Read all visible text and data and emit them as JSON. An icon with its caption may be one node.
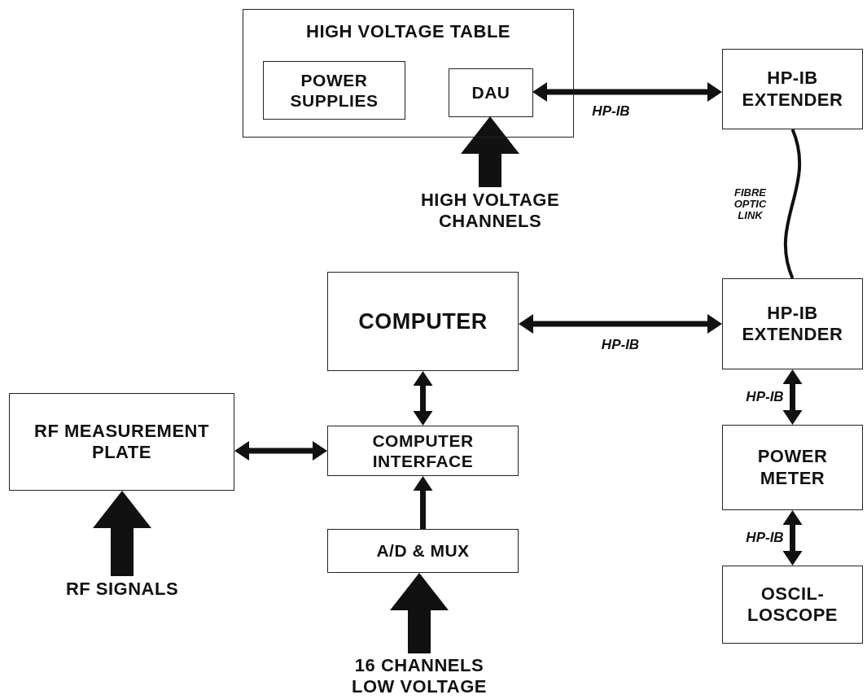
{
  "diagram": {
    "nodes": [
      {
        "text": [
          "HIGH VOLTAGE TABLE"
        ]
      },
      {
        "text": [
          "POWER SUPPLIES"
        ],
        "in": 0
      },
      {
        "text": [
          "DAU"
        ],
        "in": 0
      },
      {
        "text": [
          "HIGH VOLTAGE CHANNELS"
        ]
      },
      {
        "text": [
          "HP-IB EXTENDER"
        ]
      },
      {
        "text": [
          "HP-IB EXTENDER"
        ]
      },
      {
        "text": [
          "COMPUTER"
        ]
      },
      {
        "text": [
          "RF MEASUREMENT PLATE"
        ]
      },
      {
        "text": [
          "RF SIGNALS"
        ]
      },
      {
        "text": [
          "COMPUTER INTERFACE"
        ]
      },
      {
        "text": [
          "A/D & MUX"
        ]
      },
      {
        "text": [
          "16 CHANNELS LOW VOLTAGE"
        ]
      },
      {
        "text": [
          "POWER METER"
        ]
      },
      {
        "text": [
          "OSCIL- LOSCOPE"
        ]
      }
    ],
    "edges": [
      {
        "from": 2,
        "to": 4,
        "arrow": "both",
        "label": "HP-IB"
      },
      {
        "from": 4,
        "to": 5,
        "arrow": "none",
        "label": "FIBRE OPTIC LINK"
      },
      {
        "from": 6,
        "to": 5,
        "arrow": "both",
        "label": "HP-IB"
      },
      {
        "from": 6,
        "to": 9,
        "arrow": "both"
      },
      {
        "from": 7,
        "to": 9,
        "arrow": "both"
      },
      {
        "from": 10,
        "to": 9,
        "arrow": "to"
      },
      {
        "from": 3,
        "to": 2,
        "arrow": "to",
        "style": "thick"
      },
      {
        "from": 8,
        "to": 7,
        "arrow": "to",
        "style": "thick"
      },
      {
        "from": 11,
        "to": 10,
        "arrow": "to",
        "style": "thick"
      },
      {
        "from": 5,
        "to": 12,
        "arrow": "both",
        "label": "HP-IB"
      },
      {
        "from": 12,
        "to": 13,
        "arrow": "both",
        "label": "HP-IB"
      }
    ]
  }
}
